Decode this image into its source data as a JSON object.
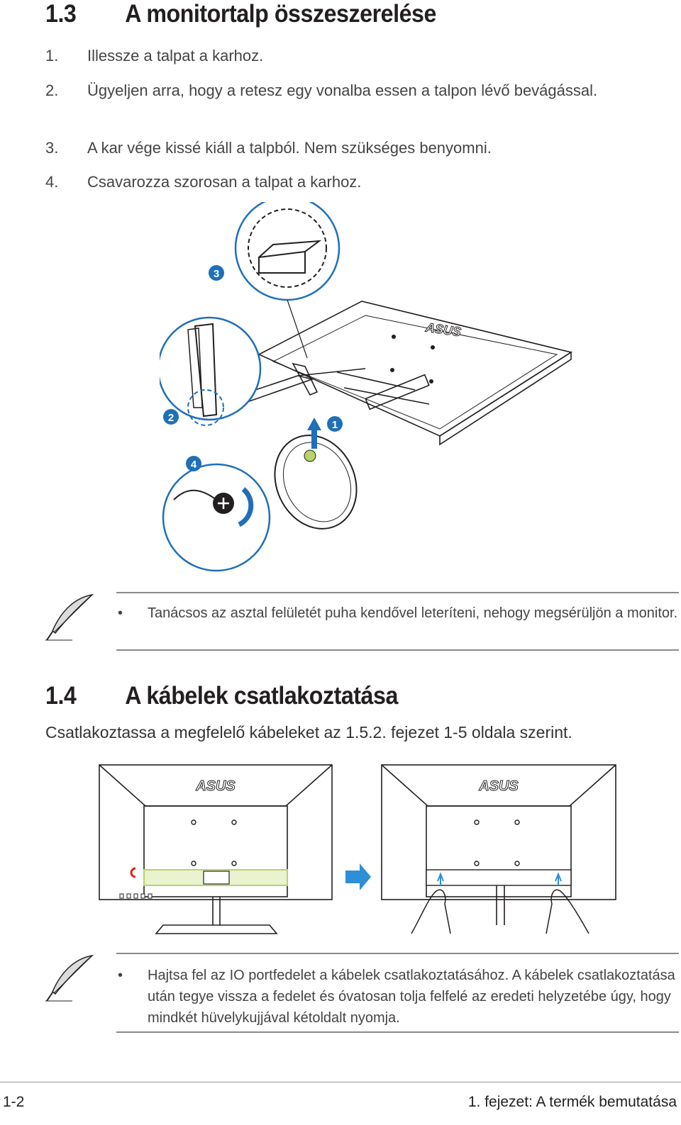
{
  "section13": {
    "number": "1.3",
    "title": "A monitortalp összeszerelése",
    "steps": [
      {
        "num": "1.",
        "text": "Illessze a talpat a karhoz."
      },
      {
        "num": "2.",
        "text": "Ügyeljen arra, hogy a retesz egy vonalba essen a talpon lévő bevágással."
      },
      {
        "num": "3.",
        "text": "A kar vége kissé kiáll a talpból. Nem szükséges benyomni."
      },
      {
        "num": "4.",
        "text": "Csavarozza szorosan a talpat a karhoz."
      }
    ],
    "figure_callouts": [
      "1",
      "2",
      "3",
      "4"
    ],
    "brand_logo": "ASUS"
  },
  "note1": {
    "bullet": "•",
    "text": "Tanácsos az asztal felületét puha kendővel leteríteni, nehogy megsérüljön a monitor."
  },
  "section14": {
    "number": "1.4",
    "title": "A kábelek csatlakoztatása",
    "intro": "Csatlakoztassa a megfelelő kábeleket az 1.5.2. fejezet 1-5 oldala szerint."
  },
  "note2": {
    "bullet": "•",
    "text": "Hajtsa fel az IO portfedelet a kábelek csatlakoztatásához. A kábelek csatlakoztatása után tegye vissza a fedelet és óvatosan tolja felfelé az eredeti helyzetébe úgy, hogy mindkét hüvelykujjával kétoldalt nyomja."
  },
  "footer": {
    "page": "1-2",
    "chapter": "1. fejezet: A termék bemutatása"
  },
  "colors": {
    "callout_blue": "#1f6fb9",
    "arrow_blue": "#2f8fd6",
    "port_green": "#b7d36b",
    "text": "#231f20"
  },
  "icons": [
    "feather-note-icon",
    "up-arrow-icon",
    "right-arrow-icon",
    "rotate-arrow-icon"
  ]
}
